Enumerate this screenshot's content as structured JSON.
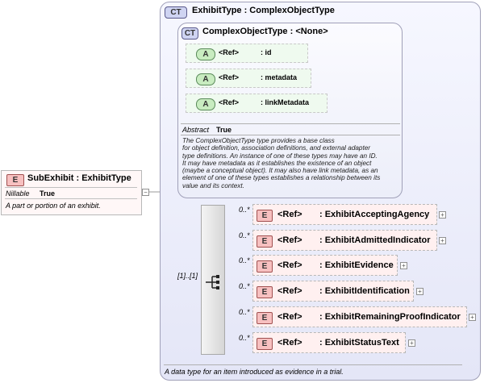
{
  "complex_type": {
    "badge": "CT",
    "title": "ExhibitType : ComplexObjectType",
    "description": "A data type for an item introduced as evidence in a trial.",
    "base": {
      "badge": "CT",
      "title": "ComplexObjectType : <None>",
      "attributes": [
        {
          "badge": "A",
          "ref": "<Ref>",
          "name": ": id"
        },
        {
          "badge": "A",
          "ref": "<Ref>",
          "name": ": metadata"
        },
        {
          "badge": "A",
          "ref": "<Ref>",
          "name": ": linkMetadata"
        }
      ],
      "abstract_label": "Abstract",
      "abstract_value": "True",
      "description_lines": [
        "The ComplexObjectType type provides a base class",
        "for object definition, association definitions, and external adapter",
        "type definitions. An instance of one of these types may have an ID.",
        "It may have metadata as it establishes the existence of an object",
        "(maybe a conceptual object). It may also have link metadata, as an",
        "element of one of these types establishes a relationship between its",
        "value and its context."
      ]
    },
    "sequence": {
      "multiplicity": "[1]..[1]",
      "elements": [
        {
          "badge": "E",
          "ref": "<Ref>",
          "name": ": ExhibitAcceptingAgency",
          "multiplicity": "0..*"
        },
        {
          "badge": "E",
          "ref": "<Ref>",
          "name": ": ExhibitAdmittedIndicator",
          "multiplicity": "0..*"
        },
        {
          "badge": "E",
          "ref": "<Ref>",
          "name": ": ExhibitEvidence",
          "multiplicity": "0..*"
        },
        {
          "badge": "E",
          "ref": "<Ref>",
          "name": ": ExhibitIdentification",
          "multiplicity": "0..*"
        },
        {
          "badge": "E",
          "ref": "<Ref>",
          "name": ": ExhibitRemainingProofIndicator",
          "multiplicity": "0..*"
        },
        {
          "badge": "E",
          "ref": "<Ref>",
          "name": ": ExhibitStatusText",
          "multiplicity": "0..*"
        }
      ]
    }
  },
  "element": {
    "badge": "E",
    "title": "SubExhibit : ExhibitType",
    "nillable_label": "Nillable",
    "nillable_value": "True",
    "description": "A part or portion of an exhibit."
  },
  "icons": {
    "expand": "plus-icon",
    "sequence": "sequence-icon"
  },
  "colors": {
    "attribute_fill": "#effaef",
    "element_fill": "#fff0f0",
    "complex_type_fill": "#e4e6f7"
  }
}
